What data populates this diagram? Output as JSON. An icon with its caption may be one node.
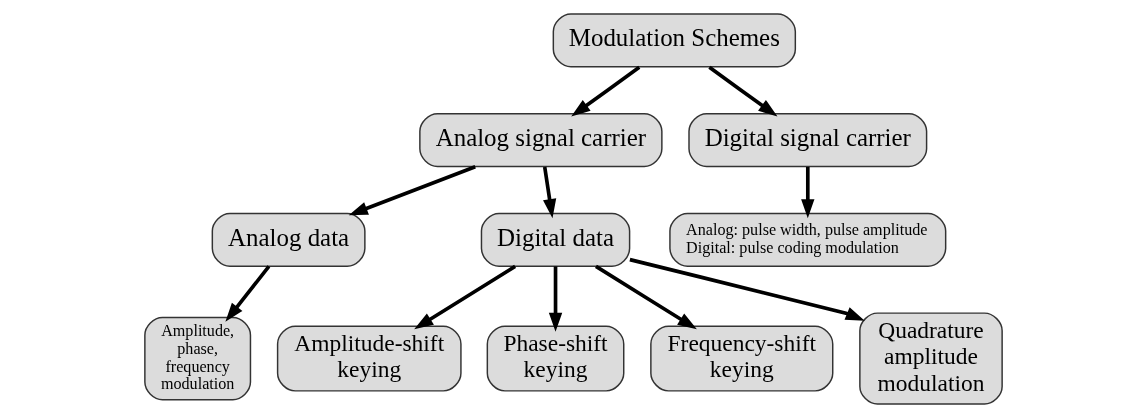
{
  "diagram": {
    "nodes": [
      {
        "text": [
          "Modulation Schemes"
        ]
      },
      {
        "text": [
          "Analog signal carrier"
        ]
      },
      {
        "text": [
          "Digital signal carrier"
        ]
      },
      {
        "text": [
          "Analog data"
        ]
      },
      {
        "text": [
          "Digital data"
        ]
      },
      {
        "text": [
          "Analog: pulse width, pulse amplitude",
          "Digital: pulse coding modulation"
        ]
      },
      {
        "text": [
          "Amplitude, phase, frequency modulation"
        ]
      },
      {
        "text": [
          "Amplitude-shift keying"
        ]
      },
      {
        "text": [
          "Phase-shift keying"
        ]
      },
      {
        "text": [
          "Frequency-shift keying"
        ]
      },
      {
        "text": [
          "Quadrature amplitude modulation"
        ]
      }
    ],
    "edges": [
      {
        "from": 0,
        "to": 1,
        "arrow": "to"
      },
      {
        "from": 0,
        "to": 2,
        "arrow": "to"
      },
      {
        "from": 1,
        "to": 3,
        "arrow": "to"
      },
      {
        "from": 1,
        "to": 4,
        "arrow": "to"
      },
      {
        "from": 2,
        "to": 5,
        "arrow": "to"
      },
      {
        "from": 3,
        "to": 6,
        "arrow": "to"
      },
      {
        "from": 4,
        "to": 7,
        "arrow": "to"
      },
      {
        "from": 4,
        "to": 8,
        "arrow": "to"
      },
      {
        "from": 4,
        "to": 9,
        "arrow": "to"
      },
      {
        "from": 4,
        "to": 10,
        "arrow": "to"
      }
    ]
  }
}
